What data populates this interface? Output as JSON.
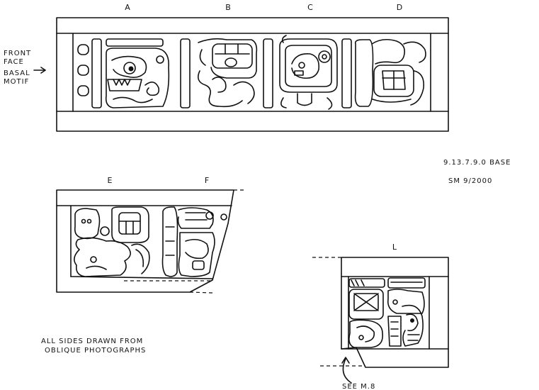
{
  "top_block": {
    "columns": [
      "A",
      "B",
      "C",
      "D"
    ],
    "side_note_lines": [
      "FRONT",
      "FACE",
      "BASAL",
      "MOTIF"
    ]
  },
  "date_note": {
    "line1": "9.13.7.9.0  BASE",
    "line2": "SM   9/2000"
  },
  "left_block": {
    "columns": [
      "E",
      "F"
    ]
  },
  "right_block": {
    "column": "L",
    "note": "SEE M.8"
  },
  "footer_note": {
    "line1": "ALL SIDES DRAWN FROM",
    "line2": "OBLIQUE PHOTOGRAPHS"
  }
}
